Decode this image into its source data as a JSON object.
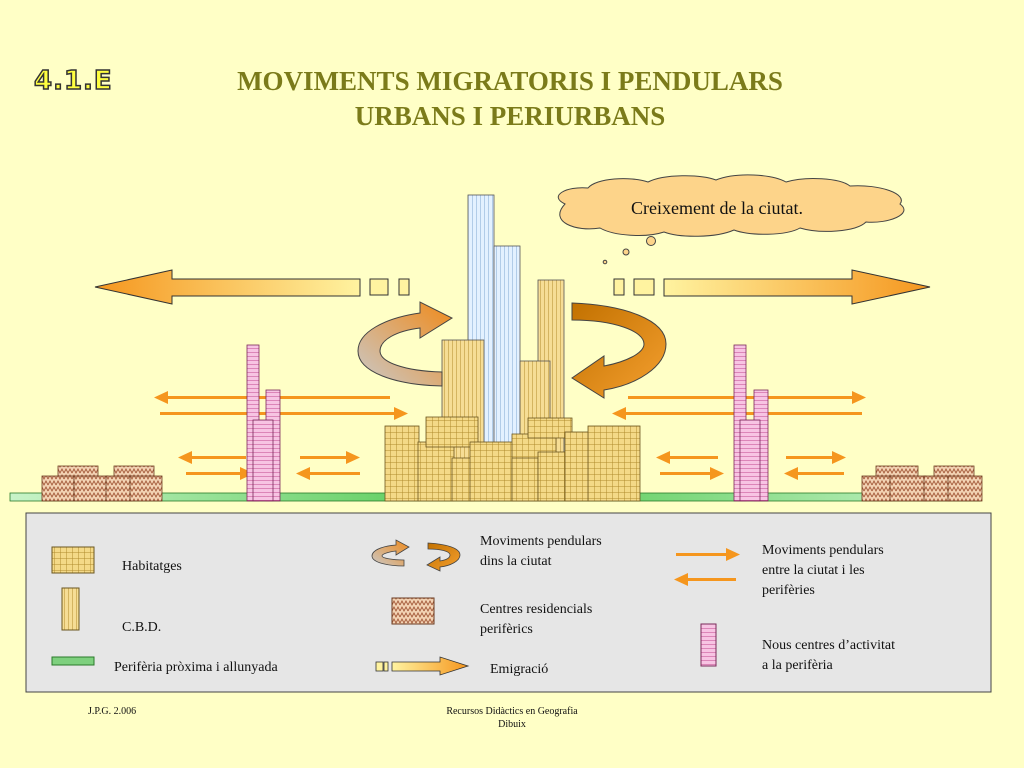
{
  "header": {
    "code": "4.1.E",
    "title_line1": "MOVIMENTS MIGRATORIS I PENDULARS",
    "title_line2": "URBANS I PERIURBANS"
  },
  "diagram": {
    "cloud_text": "Creixement de la ciutat."
  },
  "legend": {
    "habitatges": "Habitatges",
    "cbd": "C.B.D.",
    "periferia": "Perifèria pròxima i allunyada",
    "pendulars_ciutat_1": "Moviments pendulars",
    "pendulars_ciutat_2": "dins la ciutat",
    "centres_residencials_1": "Centres residencials",
    "centres_residencials_2": "perifèrics",
    "emigracio": "Emigració",
    "pendulars_periferia_1": "Moviments pendulars",
    "pendulars_periferia_2": "entre la  ciutat i  les",
    "pendulars_periferia_3": "perifèries",
    "nous_centres_1": "Nous centres d’activitat",
    "nous_centres_2": "a la perifèria"
  },
  "footer": {
    "author": "J.P.G. 2.006",
    "source_1": "Recursos Didàctics en Geografia",
    "source_2": "Dibuix"
  },
  "colors": {
    "background": "#ffffc6",
    "title": "#7b7b1a",
    "arrow_orange": "#f5961e",
    "housing": "#f2d27a",
    "cbd_blue": "#cfe6ff",
    "pink_centres": "#f6b6dc",
    "ground_green": "#6bd36b",
    "legend_bg": "#e6e6e6"
  }
}
